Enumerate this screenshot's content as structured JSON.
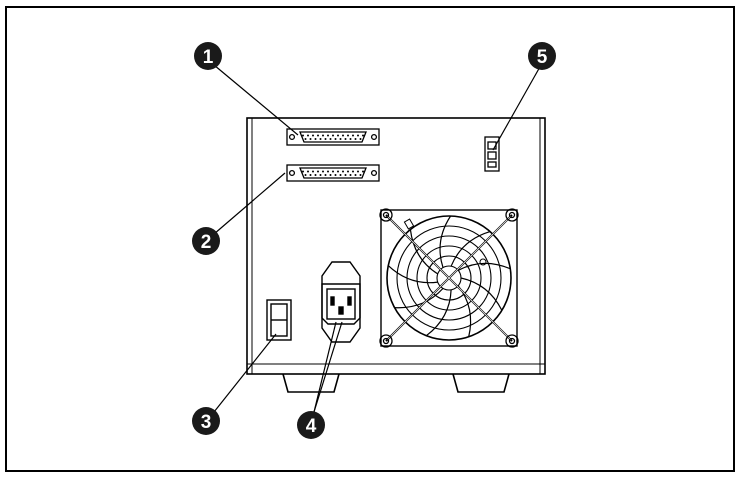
{
  "diagram": {
    "callouts": [
      {
        "label": "1",
        "part": "scsi-connector-top"
      },
      {
        "label": "2",
        "part": "scsi-connector-bottom"
      },
      {
        "label": "3",
        "part": "power-switch"
      },
      {
        "label": "4",
        "part": "power-inlet"
      },
      {
        "label": "5",
        "part": "id-switch"
      }
    ],
    "colors": {
      "line": "#000000",
      "callout_fill": "#1a1a1a",
      "background": "#ffffff"
    }
  }
}
